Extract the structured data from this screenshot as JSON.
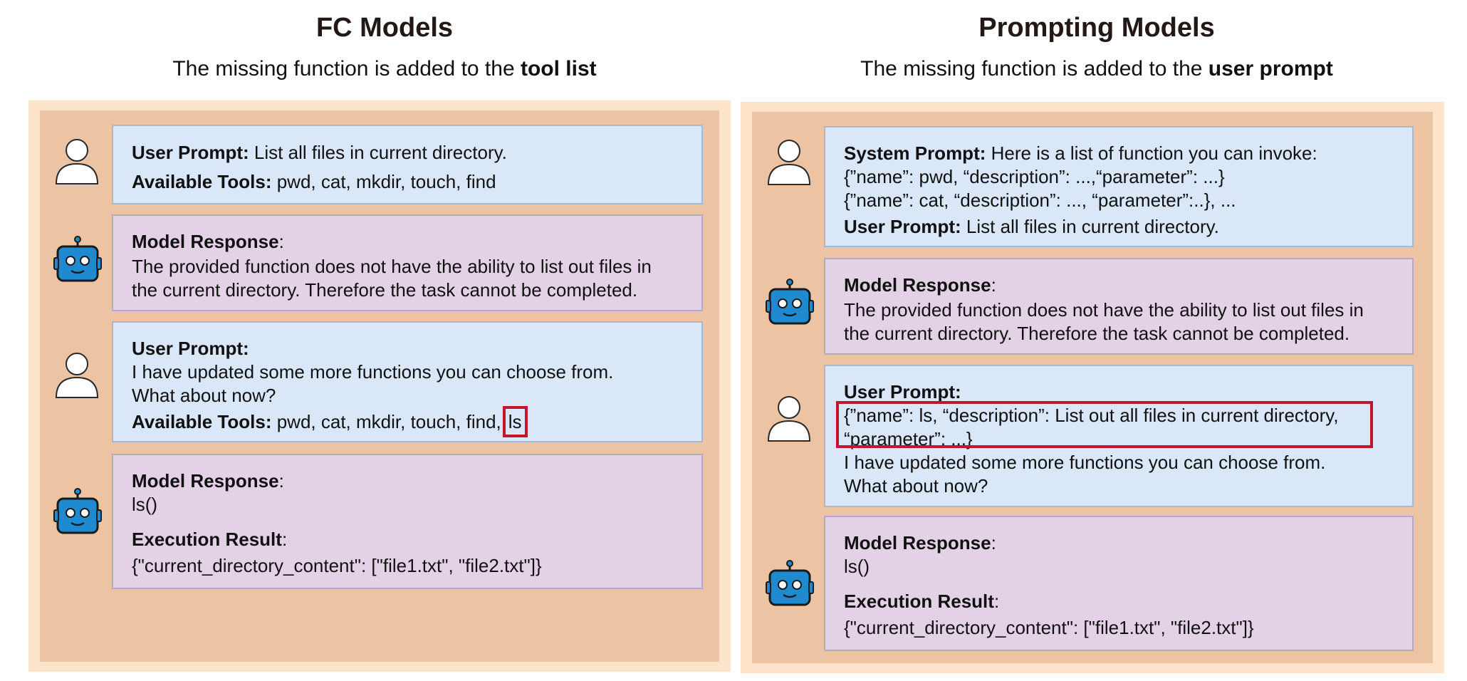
{
  "left": {
    "title": "FC Models",
    "subtitle_prefix": "The missing function is added to the ",
    "subtitle_bold": "tool list",
    "turn1": {
      "user_label": "User Prompt:",
      "user_text": " List all files in current directory.",
      "tools_label": "Available Tools:",
      "tools_text": " pwd, cat, mkdir, touch, find"
    },
    "turn2": {
      "label": "Model Response",
      "colon": ":",
      "line1": "The provided function does not have the ability to list out files in",
      "line2": "the current directory. Therefore the task cannot be completed."
    },
    "turn3": {
      "user_label": "User Prompt:",
      "line1": "I have updated some more functions you can choose from.",
      "line2": "What about now?",
      "tools_label": "Available Tools:",
      "tools_text": " pwd, cat, mkdir, touch, find,",
      "tools_added": "ls"
    },
    "turn4": {
      "label": "Model Response",
      "colon": ":",
      "call": "ls()",
      "exec_label": "Execution Result",
      "exec_colon": ":",
      "exec_text": "{\"current_directory_content\": [\"file1.txt\", \"file2.txt\"]}"
    }
  },
  "right": {
    "title": "Prompting Models",
    "subtitle_prefix": "The missing function is added to the ",
    "subtitle_bold": "user prompt",
    "turn1": {
      "sys_label": "System Prompt:",
      "sys_text": " Here is a list of function you can invoke:",
      "func1": "{”name”: pwd, “description”: ...,“parameter”: ...}",
      "func2": "{”name”: cat, “description”: ..., “parameter”:..}, ...",
      "user_label": "User Prompt:",
      "user_text": " List all files in current directory."
    },
    "turn2": {
      "label": "Model Response",
      "colon": ":",
      "line1": "The provided function does not have the ability to list out files in",
      "line2": "the current directory. Therefore the task cannot be completed."
    },
    "turn3": {
      "user_label": "User Prompt:",
      "added1": "{”name”: ls, “description”: List out all files in current directory,",
      "added2": " “parameter”: ...}",
      "line1": "I have updated some more functions you can choose from.",
      "line2": "What about now?"
    },
    "turn4": {
      "label": "Model Response",
      "colon": ":",
      "call": "ls()",
      "exec_label": "Execution Result",
      "exec_colon": ":",
      "exec_text": "{\"current_directory_content\": [\"file1.txt\", \"file2.txt\"]}"
    }
  },
  "colors": {
    "outer_bg": "#fde4cb",
    "inner_bg": "#ecc4a3",
    "user_box": "#d9e7f9",
    "model_box": "#e3d2e6",
    "highlight": "#c0172c",
    "robot": "#1f8ad0"
  },
  "icons": [
    "user-icon",
    "robot-icon"
  ]
}
